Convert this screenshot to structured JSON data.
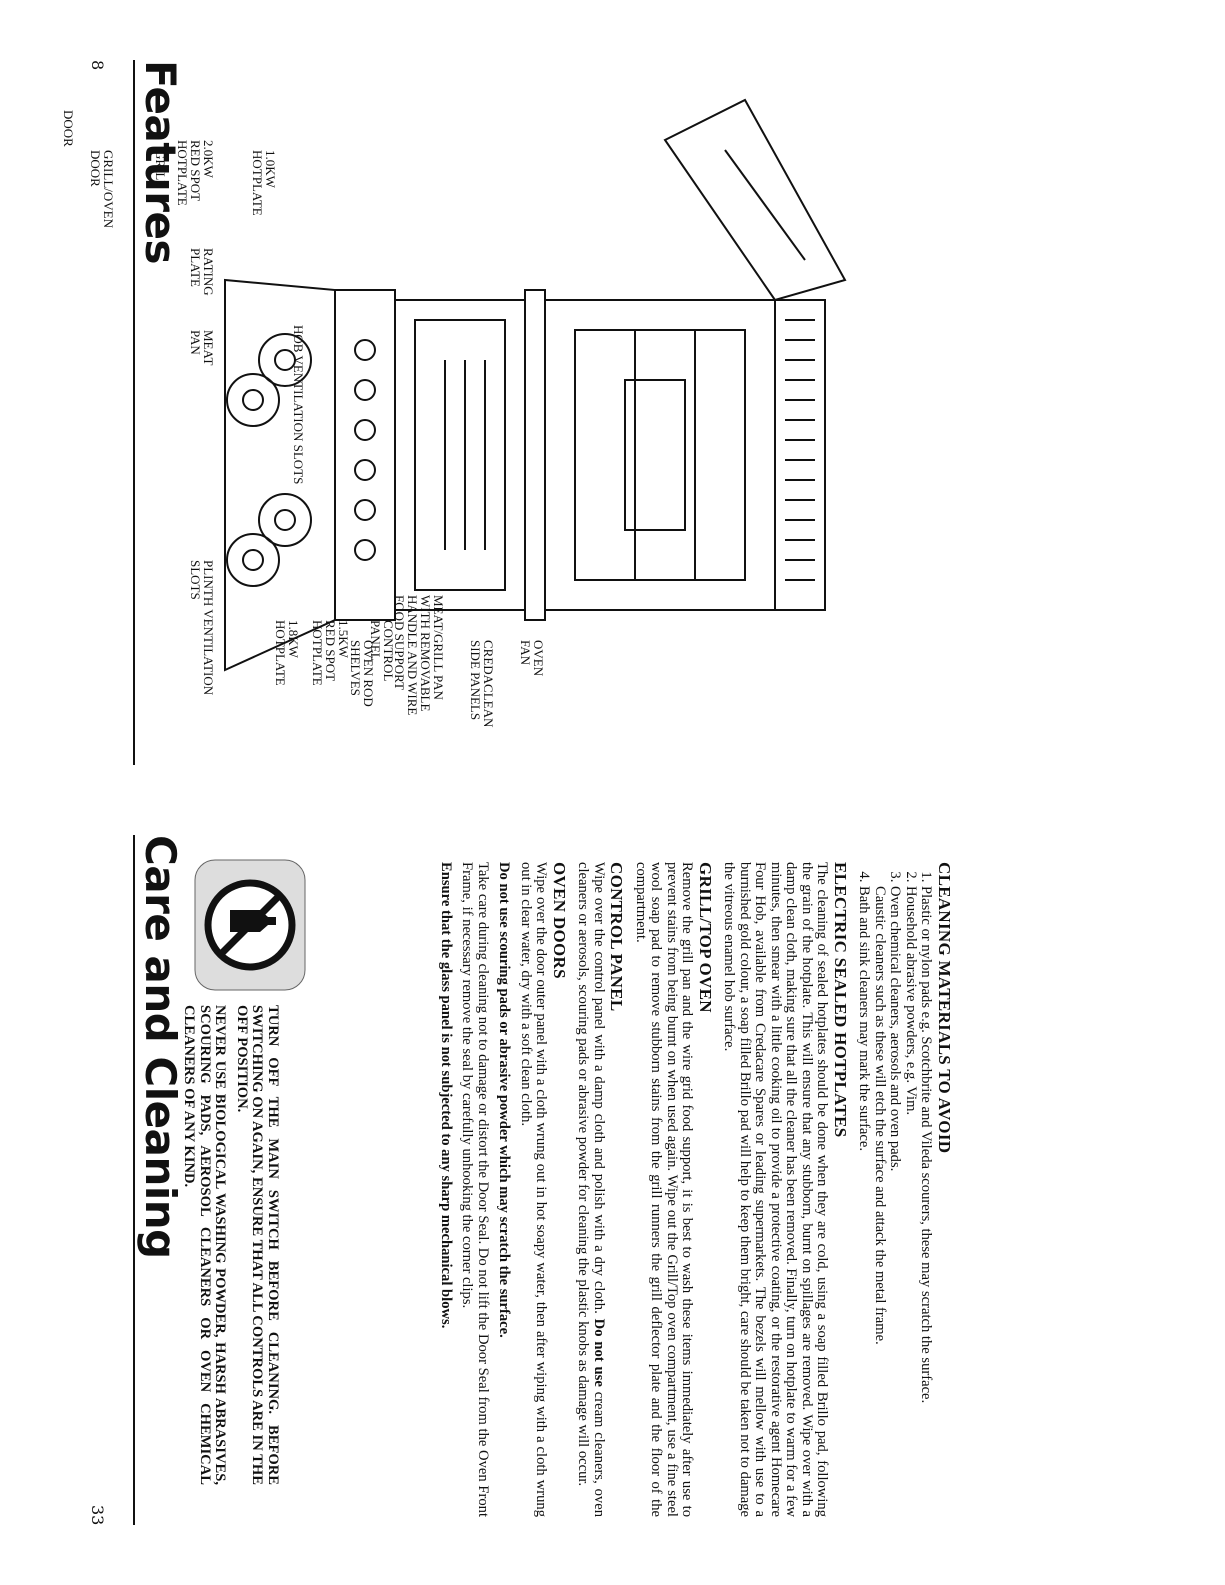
{
  "left_page": {
    "page_number": "8",
    "heading": "Features",
    "labels": {
      "hotplate_1": "1.0kW\nHOTPLATE",
      "hotplate_2": "2.0kW\nRED SPOT\nHOTPLATE",
      "grill": "GRILL",
      "grill_oven_door": "GRILL/OVEN\nDOOR",
      "door": "DOOR",
      "rating_plate": "RATING\nPLATE",
      "meat_pan": "MEAT\nPAN",
      "hob_vent": "HOB VENTILATION SLOTS",
      "hotplate_3": "1.8kW\nHOTPLATE",
      "hotplate_4": "1.5kW\nRED SPOT\nHOTPLATE",
      "control_panel": "CONTROL\nPANEL",
      "meat_grill_pan": "MEAT/GRILL PAN\nWITH REMOVABLE\nHANDLE AND WIRE\nFOOD SUPPORT",
      "oven_fan": "OVEN\nFAN",
      "credaclean": "CREDACLEAN\nSIDE PANELS",
      "oven_rod": "OVEN ROD\nSHELVES",
      "plinth_vent": "PLINTH VENTILATION\nSLOTS"
    }
  },
  "right_page": {
    "page_number": "33",
    "heading": "Care and Cleaning",
    "warning_1": "TURN OFF THE MAIN SWITCH BEFORE CLEANING. BEFORE SWITCHING ON AGAIN, ENSURE THAT ALL CONTROLS ARE IN THE OFF POSITION.",
    "warning_2": "NEVER USE BIOLOGICAL WASHING POWDER, HARSH ABRASIVES, SCOURING PADS, AEROSOL CLEANERS OR OVEN CHEMICAL CLEANERS OF ANY KIND.",
    "s1_title": "CLEANING MATERIALS TO AVOID",
    "s1_items": [
      "Plastic or nylon pads e.g. Scotchbrite and Vileda scourers, these may scratch the surface.",
      "Household abrasive powders, e.g. Vim.",
      "Oven chemical cleaners, aerosols and oven pads.\nCaustic cleaners such as these will etch the surface and attack the metal frame.",
      "Bath and sink cleaners may mark the surface."
    ],
    "s2_title": "ELECTRIC SEALED HOTPLATES",
    "s2_text": "The cleaning of sealed hotplates should be done when they are cold, using a soap filled Brillo pad, following the grain of the hotplate. This will ensure that any stubborn, burnt on spillages are removed. Wipe over with a damp clean cloth, making sure that all the cleaner has been removed. Finally, turn on hotplate to warm for a few minutes, then smear with a little cooking oil to provide a protective coating, or the restorative agent Homecare Four Hob, available from Credacare Spares or leading supermarkets. The bezels will mellow with use to a burnished gold colour, a soap filled Brillo pad will help to keep them bright, care should be taken not to damage the vitreous enamel hob surface.",
    "s3_title": "GRILL/TOP OVEN",
    "s3_text": "Remove the grill pan and the wire grid food support, it is best to wash these items immediately after use to prevent stains from being burnt on when used again. Wipe out the Grill/Top oven compartment, use a fine steel wool soap pad to remove stubborn stains from the grill runners the grill deflector plate and the floor of the compartment.",
    "s4_title": "CONTROL PANEL",
    "s4_text_a": "Wipe over the control panel with a damp cloth and polish with a dry cloth.",
    "s4_text_b": "Do not use",
    "s4_text_c": "cream cleaners, oven cleaners or aerosols, scouring pads or abrasive powder for cleaning the plastic knobs as damage will occur.",
    "s5_title": "OVEN DOORS",
    "s5_text_1": "Wipe over the door outer panel with a cloth wrung out in hot soapy water, then after wiping with a cloth wrung out in clear water, dry with a soft clean cloth.",
    "s5_text_2": "Do not use scouring pads or abrasive powder which may scratch the surface.",
    "s5_text_3": "Take care during cleaning not to damage or distort the Door Seal. Do not lift the Door Seal from the Oven Front Frame, if necessary remove the seal by carefully unhooking the corner clips.",
    "s5_text_4": "Ensure that the glass panel is not subjected to any sharp mechanical blows."
  }
}
